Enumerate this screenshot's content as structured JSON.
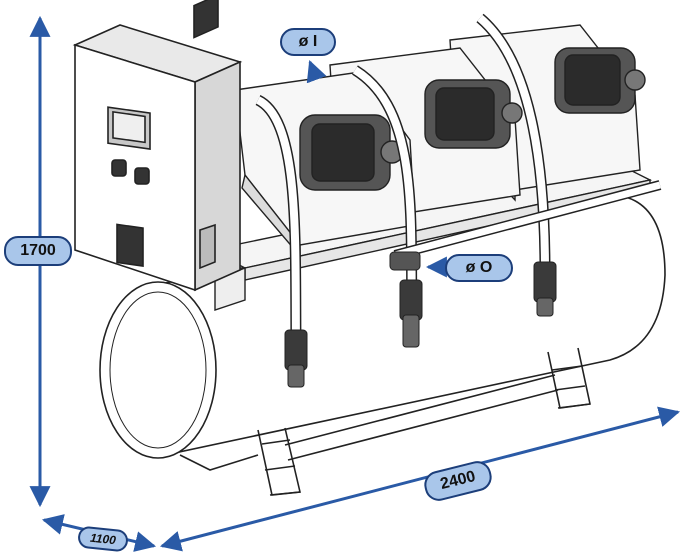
{
  "colors": {
    "dimension_line": "#2a5aa6",
    "badge_fill": "#a9c6ea",
    "badge_border": "#1c3e7a",
    "drawing": "#222222"
  },
  "dimensions": {
    "height": "1700",
    "length": "2400",
    "depth": "1100"
  },
  "ports": {
    "inlet": "ø I",
    "outlet": "ø O"
  }
}
